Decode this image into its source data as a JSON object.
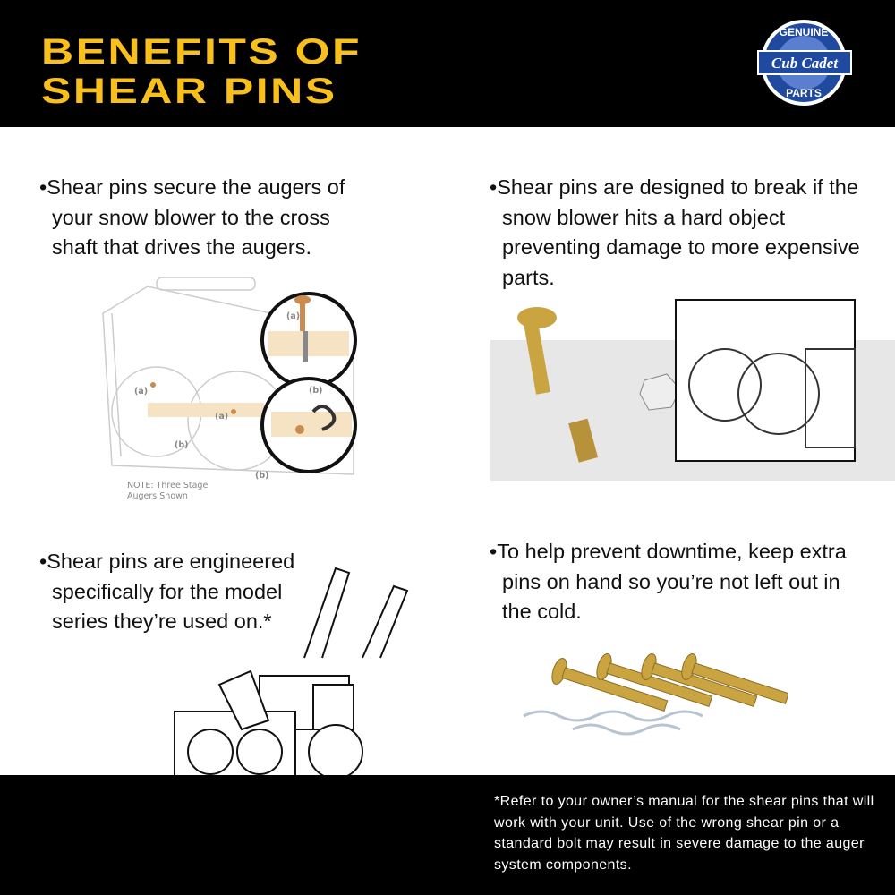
{
  "header": {
    "title_line1": "BENEFITS OF",
    "title_line2": "SHEAR PINS",
    "logo": {
      "top": "GENUINE",
      "brand": "Cub Cadet",
      "bottom": "PARTS"
    }
  },
  "bullets": [
    "Shear pins secure the augers of your snow blower to the cross shaft that drives the augers.",
    "Shear pins are designed to break if the snow blower hits a hard object preventing damage to more expensive parts.",
    "Shear pins are engineered specifically for the model series they’re used on.*",
    "To help prevent downtime, keep extra pins on hand so you’re not left out in the cold."
  ],
  "diagram": {
    "label_a": "(a)",
    "label_b": "(b)",
    "note_line1": "NOTE: Three Stage",
    "note_line2": "Augers Shown"
  },
  "footer": {
    "note": "*Refer to your owner’s manual for the shear pins that will work with your unit. Use of the wrong shear pin or a standard bolt may result in severe damage to the auger system components."
  },
  "colors": {
    "header_bg": "#000000",
    "title": "#f9c01c",
    "logo_blue": "#1f4aa0",
    "pin_brass": "#c9a441"
  }
}
